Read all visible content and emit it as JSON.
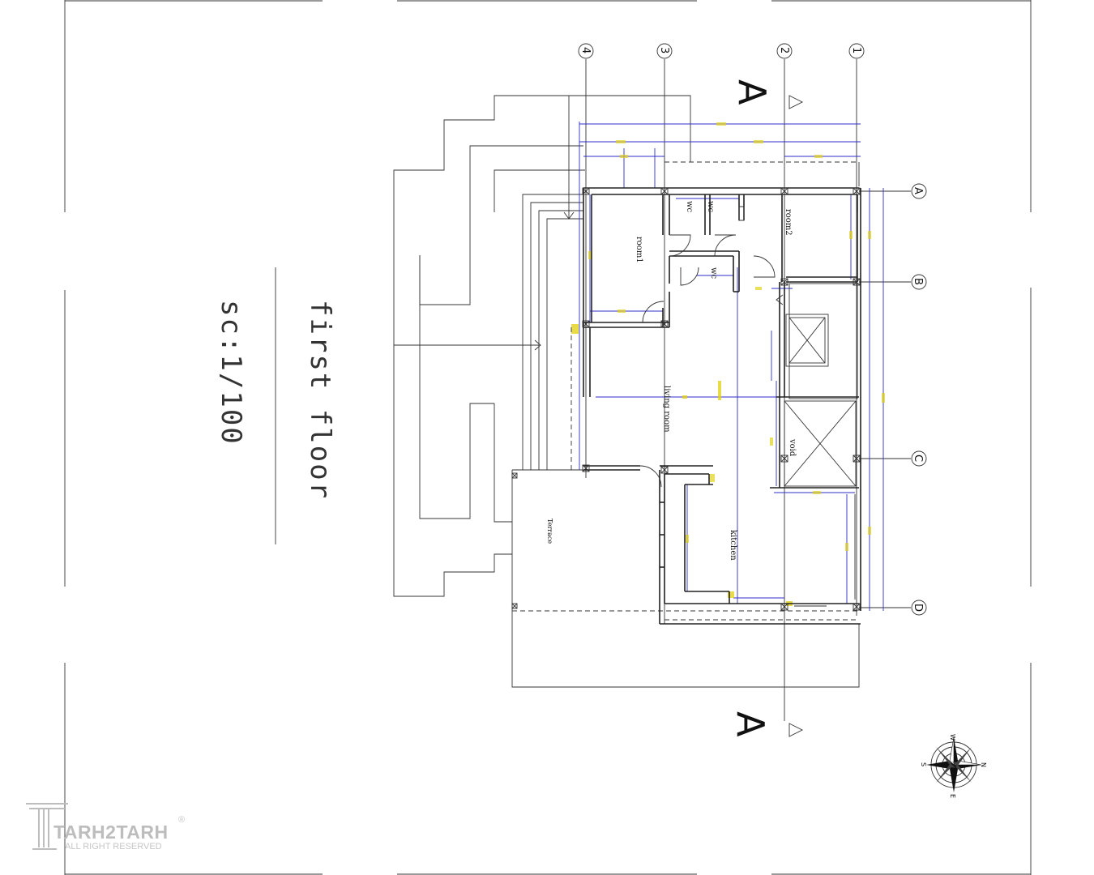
{
  "drawing": {
    "title": "first floor",
    "scale": "sc:1/100",
    "section_mark": "A",
    "accent_dim_color": "#2d2dc8",
    "accent_label_color": "#e3d21a"
  },
  "axes": {
    "numbered": [
      "4",
      "3",
      "2",
      "1"
    ],
    "lettered": [
      "A",
      "B",
      "C",
      "D"
    ]
  },
  "rooms": {
    "room1": "room1",
    "room2": "room2",
    "wc_a": "wc",
    "wc_b": "wc",
    "wc_c": "wc",
    "living": "living room",
    "void": "void",
    "kitchen": "kitchen",
    "terrace": "Terrace"
  },
  "compass": {
    "n": "N",
    "s": "S",
    "e": "E",
    "w": "W"
  },
  "watermark": {
    "brand": "TARH2TARH",
    "registered": "®",
    "rights": "ALL RIGHT RESERVED"
  }
}
